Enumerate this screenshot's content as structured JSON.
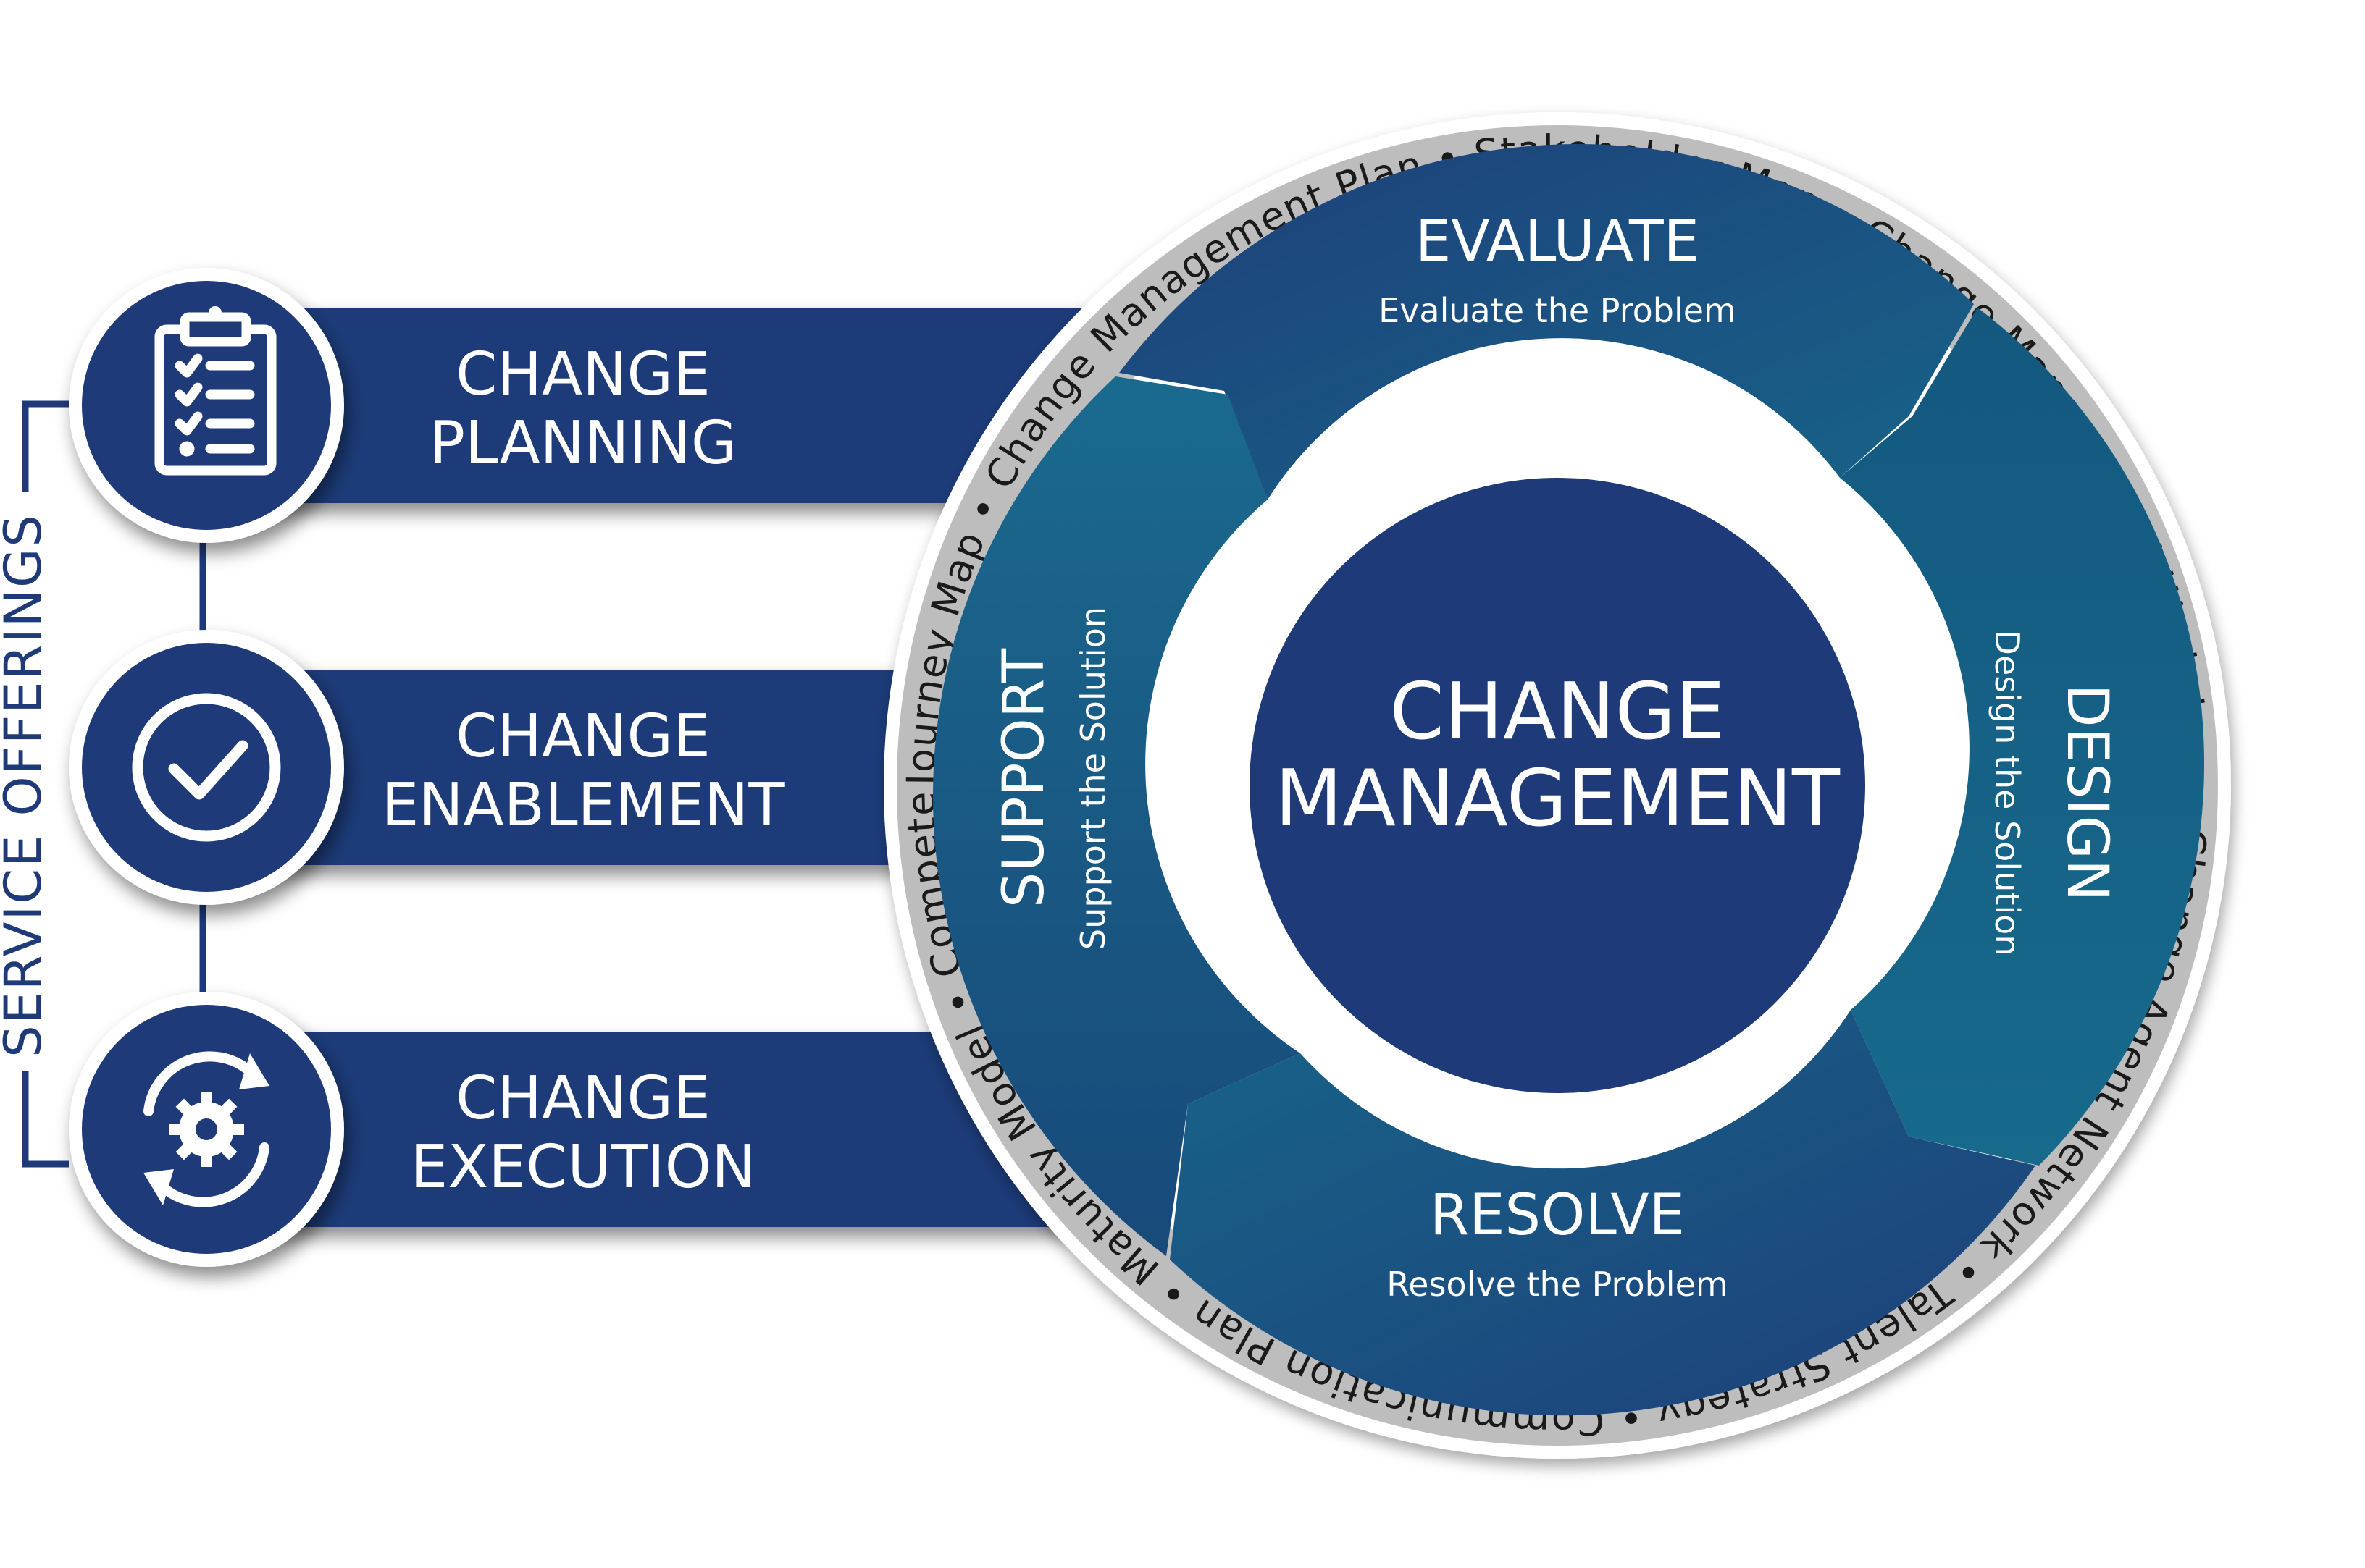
{
  "bracket_label": "SERVICE OFFERINGS",
  "offerings": [
    {
      "line1": "CHANGE",
      "line2": "PLANNING",
      "icon": "clipboard-checklist-icon"
    },
    {
      "line1": "CHANGE",
      "line2": "ENABLEMENT",
      "icon": "check-circle-icon"
    },
    {
      "line1": "CHANGE",
      "line2": "EXECUTION",
      "icon": "gear-refresh-icon"
    }
  ],
  "center": {
    "line1": "CHANGE",
    "line2": "MANAGEMENT"
  },
  "phases": {
    "evaluate": {
      "title": "EVALUATE",
      "subtitle": "Evaluate the Problem"
    },
    "design": {
      "title": "DESIGN",
      "subtitle": "Design the Solution"
    },
    "resolve": {
      "title": "RESOLVE",
      "subtitle": "Resolve the Problem"
    },
    "support": {
      "title": "SUPPORT",
      "subtitle": "Support the Solution"
    }
  },
  "ring_text": "Journey Map • Change Management Plan • Stakeholder Map • Change Management Workshop • Change Agent Network • Talent Strategy • Communication Plan • Maturity Model • Competency Model • Risk and Readiness Assessment •",
  "colors": {
    "navy": "#1f3a78",
    "teal_dark": "#0f4f78",
    "teal_light": "#1a6a8e",
    "ring_gray": "#bdbdbd",
    "bracket": "#1f3a78"
  }
}
